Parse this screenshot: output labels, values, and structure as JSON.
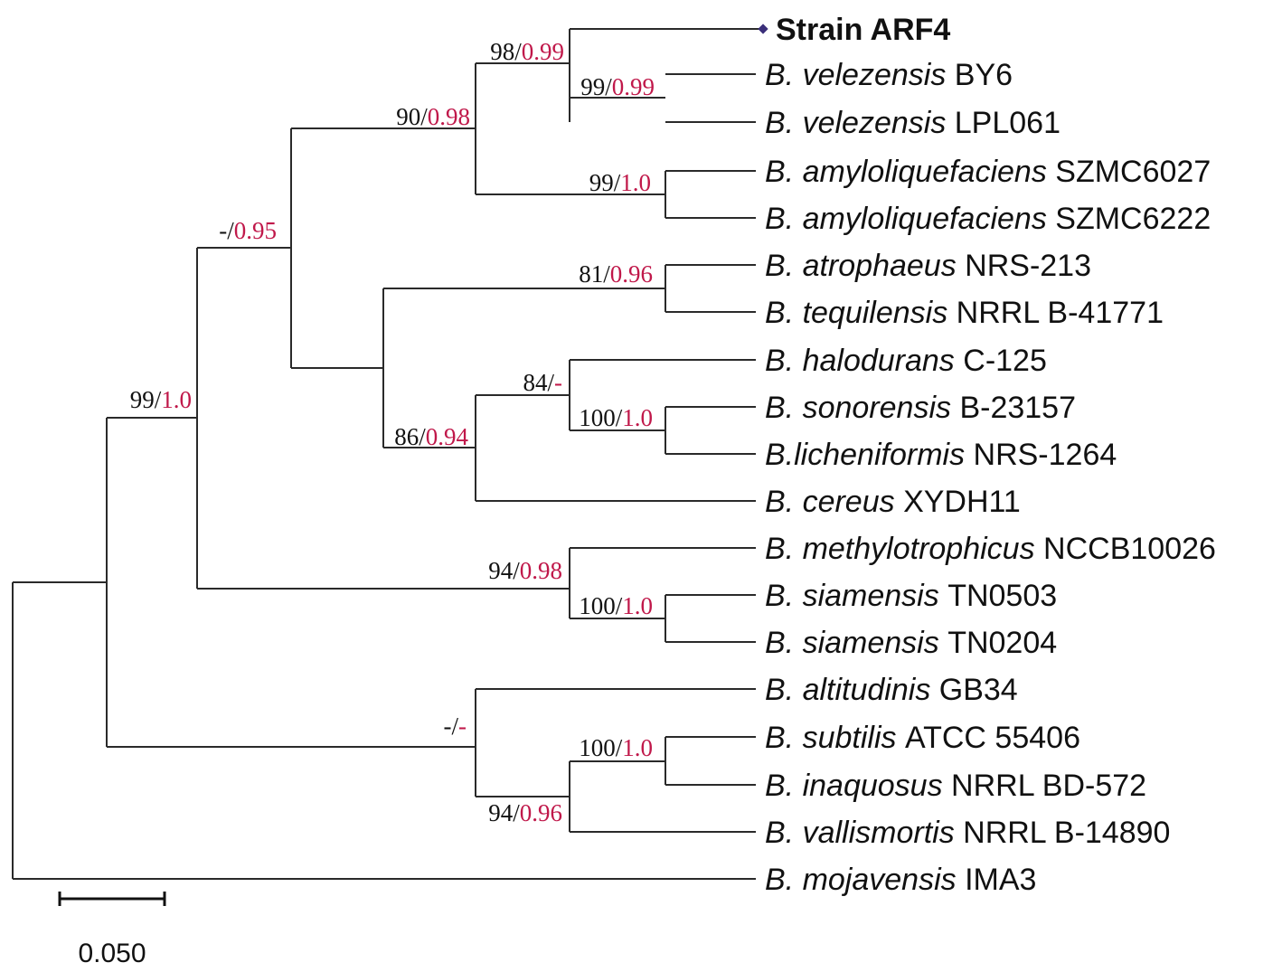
{
  "tree": {
    "leaves": [
      {
        "id": "arf4",
        "genus": "",
        "strain": "Strain ARF4",
        "highlight": true
      },
      {
        "id": "vel-by6",
        "genus": "B. velezensis",
        "strain": "BY6"
      },
      {
        "id": "vel-lpl061",
        "genus": "B. velezensis",
        "strain": "LPL061"
      },
      {
        "id": "amy-6027",
        "genus": "B. amyloliquefaciens",
        "strain": "SZMC6027"
      },
      {
        "id": "amy-6222",
        "genus": "B. amyloliquefaciens",
        "strain": "SZMC6222"
      },
      {
        "id": "atro",
        "genus": "B. atrophaeus",
        "strain": "NRS-213"
      },
      {
        "id": "teq",
        "genus": "B. tequilensis",
        "strain": "NRRL B-41771"
      },
      {
        "id": "halo",
        "genus": "B. halodurans",
        "strain": "C-125"
      },
      {
        "id": "sono",
        "genus": "B. sonorensis",
        "strain": "B-23157"
      },
      {
        "id": "lich",
        "genus": "B.licheniformis",
        "strain": "NRS-1264"
      },
      {
        "id": "cere",
        "genus": "B. cereus",
        "strain": "XYDH11"
      },
      {
        "id": "meth",
        "genus": "B. methylotrophicus",
        "strain": "NCCB10026"
      },
      {
        "id": "siam-0503",
        "genus": "B. siamensis",
        "strain": "TN0503"
      },
      {
        "id": "siam-0204",
        "genus": "B. siamensis",
        "strain": "TN0204"
      },
      {
        "id": "alti",
        "genus": "B. altitudinis",
        "strain": "GB34"
      },
      {
        "id": "subt",
        "genus": "B. subtilis",
        "strain": "ATCC 55406"
      },
      {
        "id": "inaq",
        "genus": "B. inaquosus",
        "strain": "NRRL BD-572"
      },
      {
        "id": "vall",
        "genus": "B. vallismortis",
        "strain": "NRRL B-14890"
      },
      {
        "id": "moja",
        "genus": "B. mojavensis",
        "strain": "IMA3"
      }
    ],
    "supports": [
      {
        "id": "s-98",
        "bs": "98",
        "pp": "0.99"
      },
      {
        "id": "s-99a",
        "bs": "99",
        "pp": "0.99"
      },
      {
        "id": "s-90",
        "bs": "90",
        "pp": "0.98"
      },
      {
        "id": "s-99b",
        "bs": "99",
        "pp": "1.0"
      },
      {
        "id": "s-dash95",
        "bs": "-",
        "pp": "0.95"
      },
      {
        "id": "s-81",
        "bs": "81",
        "pp": "0.96"
      },
      {
        "id": "s-99c",
        "bs": "99",
        "pp": "1.0"
      },
      {
        "id": "s-84",
        "bs": "84",
        "pp": "-"
      },
      {
        "id": "s-100a",
        "bs": "100",
        "pp": "1.0"
      },
      {
        "id": "s-86",
        "bs": "86",
        "pp": "0.94"
      },
      {
        "id": "s-94a",
        "bs": "94",
        "pp": "0.98"
      },
      {
        "id": "s-100b",
        "bs": "100",
        "pp": "1.0"
      },
      {
        "id": "s-dashdash",
        "bs": "-",
        "pp": "-"
      },
      {
        "id": "s-100c",
        "bs": "100",
        "pp": "1.0"
      },
      {
        "id": "s-94b",
        "bs": "94",
        "pp": "0.96"
      }
    ],
    "scale_bar": {
      "label": "0.050",
      "length": 0.05
    }
  }
}
